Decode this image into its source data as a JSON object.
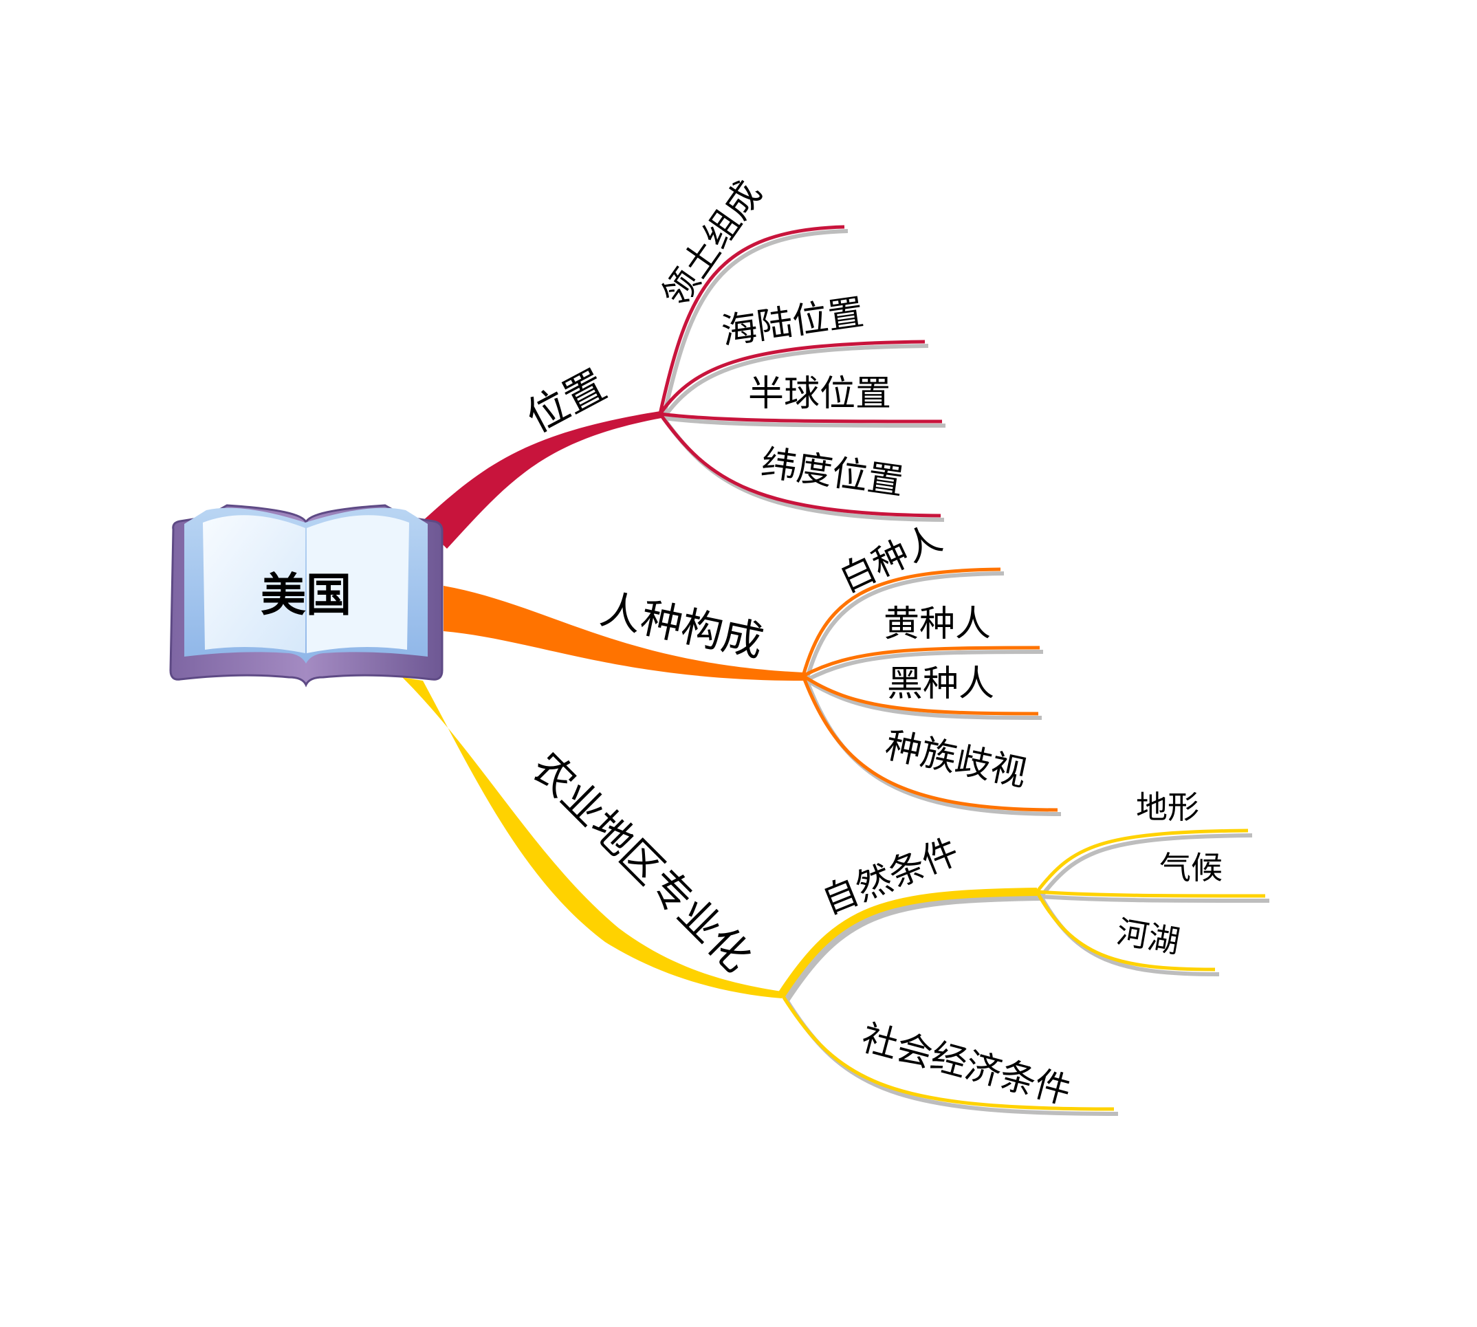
{
  "mindmap": {
    "center": {
      "label": "美国",
      "icon": "open-book-icon"
    },
    "colors": {
      "red": "#C8143C",
      "orange": "#FF7300",
      "yellow": "#FFD200",
      "shadow": "#BDBDBD",
      "book_cover": "#9C83B8",
      "book_page": "#EAF4FD"
    },
    "branches": [
      {
        "label": "位置",
        "color": "red",
        "children": [
          {
            "label": "领土组成"
          },
          {
            "label": "海陆位置"
          },
          {
            "label": "半球位置"
          },
          {
            "label": "纬度位置"
          }
        ]
      },
      {
        "label": "人种构成",
        "color": "orange",
        "children": [
          {
            "label": "白种人"
          },
          {
            "label": "黄种人"
          },
          {
            "label": "黑种人"
          },
          {
            "label": "种族歧视"
          }
        ]
      },
      {
        "label": "农业地区专业化",
        "color": "yellow",
        "children": [
          {
            "label": "自然条件",
            "children": [
              {
                "label": "地形"
              },
              {
                "label": "气候"
              },
              {
                "label": "河湖"
              }
            ]
          },
          {
            "label": "社会经济条件"
          }
        ]
      }
    ]
  }
}
